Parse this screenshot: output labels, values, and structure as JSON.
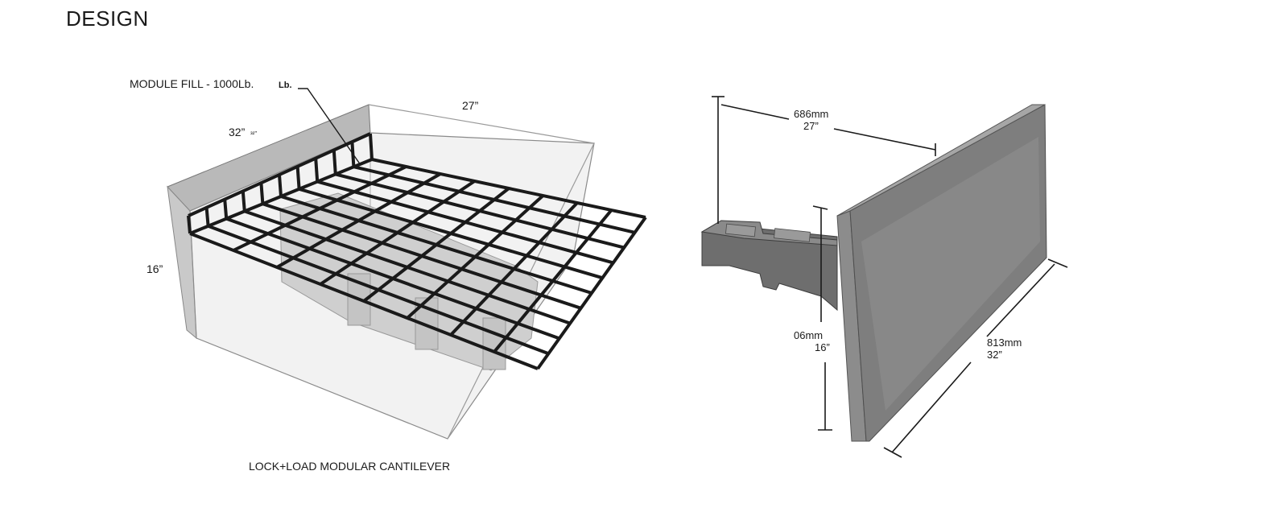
{
  "header": {
    "title": "DESIGN"
  },
  "left_diagram": {
    "fill_label": "MODULE FILL - 1000Lb.",
    "fill_label_suffix": "Lb.",
    "dim_depth": "27”",
    "dim_width": "32”",
    "dim_width_mark": "³²”",
    "dim_height": "16”",
    "caption": "LOCK+LOAD MODULAR CANTILEVER"
  },
  "right_diagram": {
    "depth_mm": "686mm",
    "depth_in": "27”",
    "height_mm": "06mm",
    "height_in": "16”",
    "width_mm": "813mm",
    "width_in": "32”"
  }
}
